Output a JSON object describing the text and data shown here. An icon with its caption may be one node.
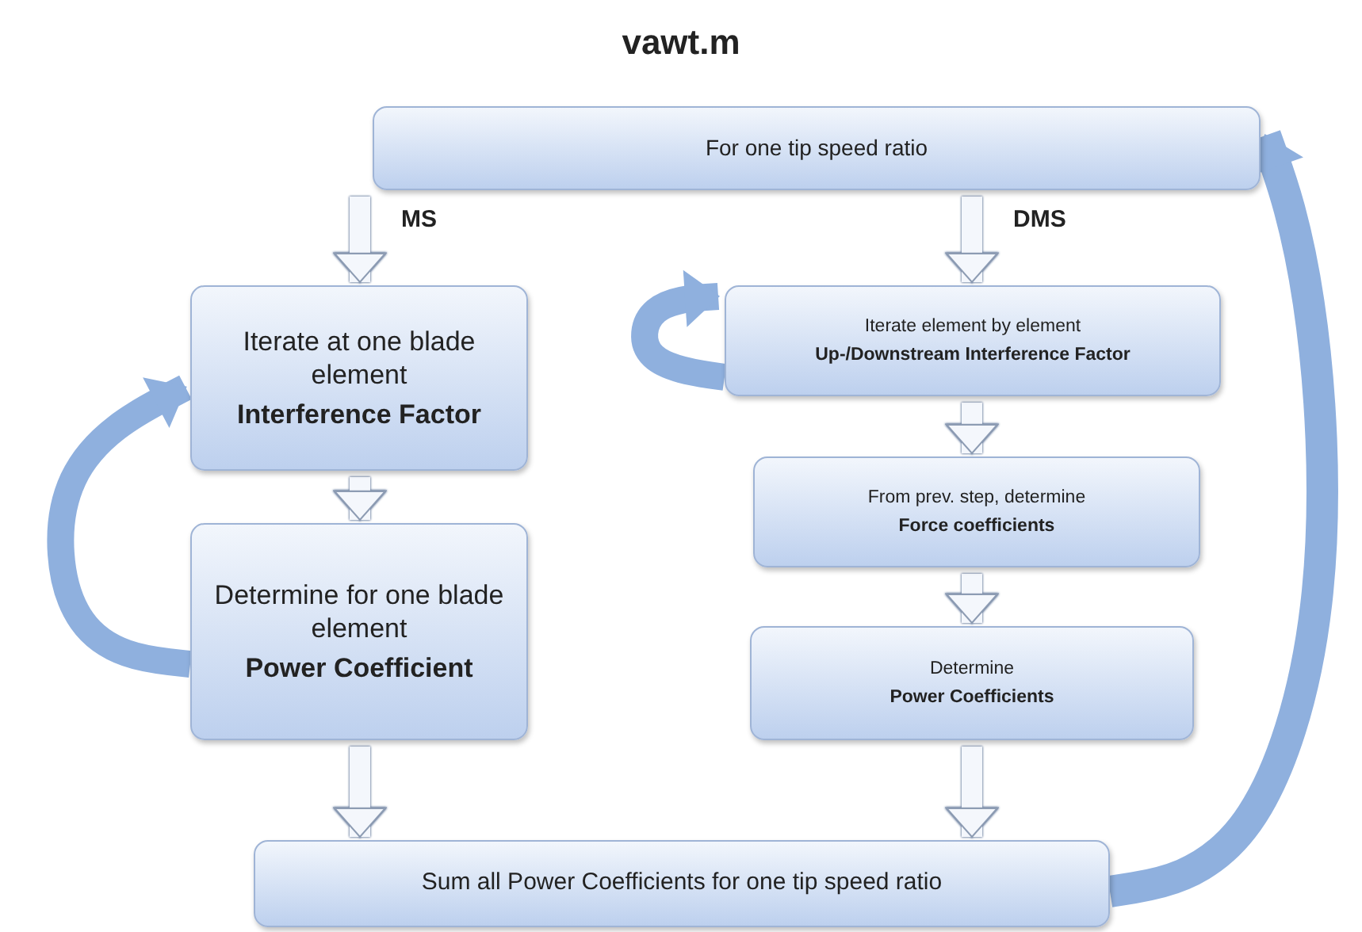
{
  "diagram": {
    "title": "vawt.m",
    "nodes": [
      {
        "text": [
          "For one tip speed ratio"
        ]
      },
      {
        "text": [
          "Iterate at one blade element",
          "Interference Factor"
        ]
      },
      {
        "text": [
          "Determine for one blade element",
          "Power Coefficient"
        ]
      },
      {
        "text": [
          "Iterate element by element",
          "Up-/Downstream Interference Factor"
        ]
      },
      {
        "text": [
          "From prev. step, determine",
          "Force coefficients"
        ]
      },
      {
        "text": [
          "Determine",
          "Power Coefficients"
        ]
      },
      {
        "text": [
          "Sum all Power Coefficients for one tip speed ratio"
        ]
      }
    ],
    "edges": [
      {
        "from": 0,
        "to": 1,
        "arrow": "to",
        "label": "MS"
      },
      {
        "from": 0,
        "to": 3,
        "arrow": "to",
        "label": "DMS"
      },
      {
        "from": 1,
        "to": 2,
        "arrow": "to"
      },
      {
        "from": 2,
        "to": 1,
        "arrow": "to",
        "color": "#8fb0de"
      },
      {
        "from": 3,
        "to": 3,
        "arrow": "to",
        "color": "#8fb0de"
      },
      {
        "from": 3,
        "to": 4,
        "arrow": "to"
      },
      {
        "from": 4,
        "to": 5,
        "arrow": "to"
      },
      {
        "from": 2,
        "to": 6,
        "arrow": "to"
      },
      {
        "from": 5,
        "to": 6,
        "arrow": "to"
      },
      {
        "from": 6,
        "to": 0,
        "arrow": "to",
        "color": "#8fb0de"
      }
    ]
  }
}
